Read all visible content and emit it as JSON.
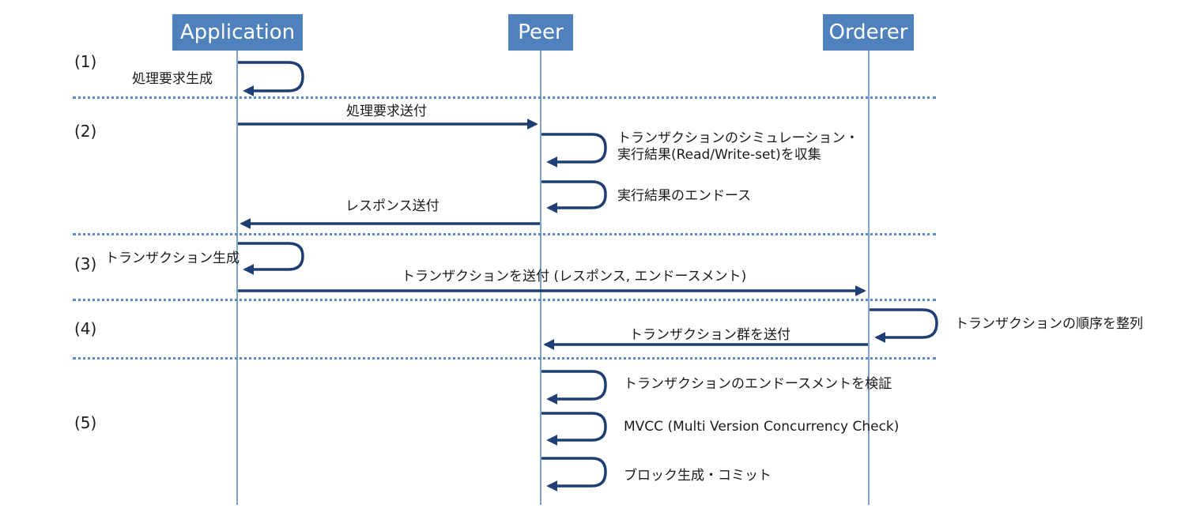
{
  "actors": {
    "application": "Application",
    "peer": "Peer",
    "orderer": "Orderer"
  },
  "phases": [
    "(1)",
    "(2)",
    "(3)",
    "(4)",
    "(5)"
  ],
  "messages": {
    "app_generate_request": "処理要求生成",
    "send_request": "処理要求送付",
    "simulate_line1": "トランザクションのシミュレーション・",
    "simulate_line2": "実行結果(Read/Write-set)を収集",
    "endorse": "実行結果のエンドース",
    "send_response": "レスポンス送付",
    "generate_tx": "トランザクション生成",
    "send_tx": "トランザクションを送付 (レスポンス, エンドースメント)",
    "order_tx": "トランザクションの順序を整列",
    "send_tx_batch": "トランザクション群を送付",
    "validate_endorsement": "トランザクションのエンドースメントを検証",
    "mvcc": "MVCC (Multi Version Concurrency Check)",
    "commit_block": "ブロック生成・コミット"
  },
  "colors": {
    "actor_fill": "#4f81bd",
    "arrow": "#1f3f74",
    "lifeline": "#7fa2c9",
    "divider": "#5b8cc8"
  }
}
